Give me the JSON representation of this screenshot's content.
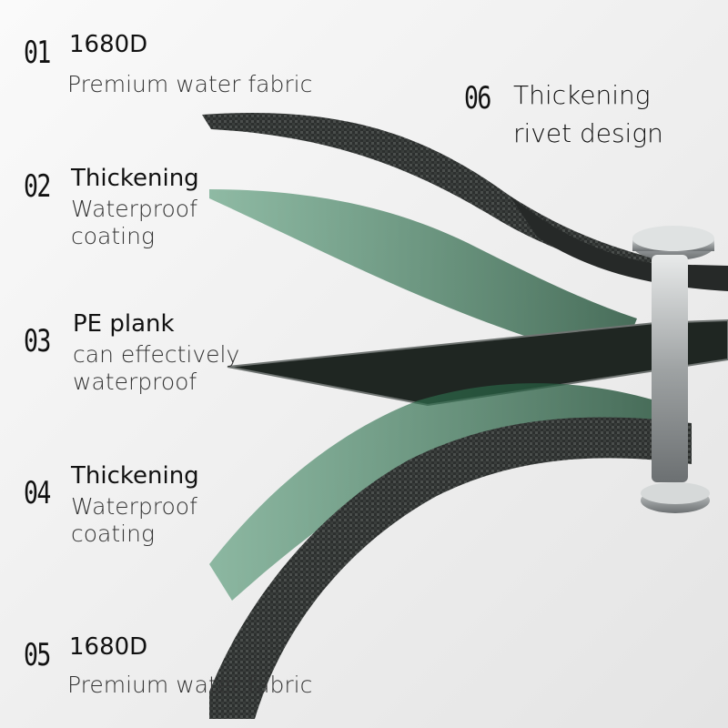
{
  "layers": [
    {
      "number": "01",
      "title": "1680D",
      "line1": "Premium water fabric",
      "line2": ""
    },
    {
      "number": "02",
      "title": "Thickening",
      "line1": "Waterproof",
      "line2": "coating"
    },
    {
      "number": "03",
      "title": "PE plank",
      "line1": "can effectively",
      "line2": "waterproof"
    },
    {
      "number": "04",
      "title": "Thickening",
      "line1": "Waterproof",
      "line2": "coating"
    },
    {
      "number": "05",
      "title": "1680D",
      "line1": "Premium water fabric",
      "line2": ""
    },
    {
      "number": "06",
      "title": "Thickening",
      "line1": "rivet design",
      "line2": ""
    }
  ],
  "colors": {
    "fabric": "#2c2f2e",
    "fabric_weave": "#4a4e4c",
    "coating_green": "#2f6b4c",
    "plank": "#1f2622",
    "rivet_metal": "#b9bcbd",
    "background": "#f2f2f2"
  },
  "icons": {
    "rivet": "rivet-screw-icon"
  }
}
